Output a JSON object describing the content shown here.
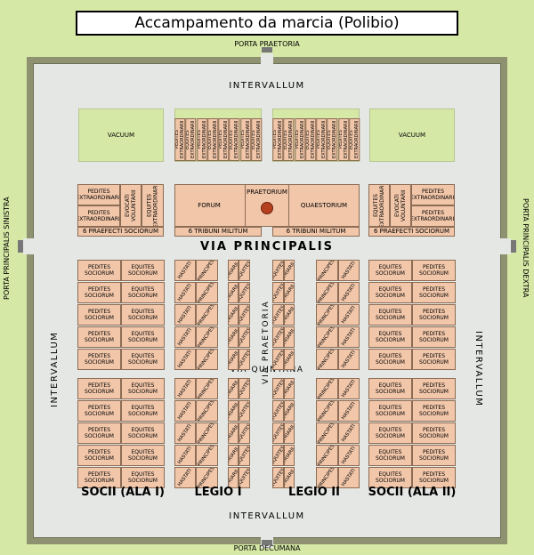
{
  "title": "Accampamento da marcia (Polibio)",
  "gates": {
    "top": "PORTA  PRAETORIA",
    "bottom": "PORTA  DECUMANA",
    "left": "PORTA  PRINCIPALIS  SINISTRA",
    "right": "PORTA  PRINCIPALIS  DEXTRA"
  },
  "intervallum": "INTERVALLUM",
  "vacuum": "VACUUM",
  "pedites_extraordinarii": "PEDITES EXTRAORDINARII",
  "equites_extraordinarii": "EQUITES EXTRAORDINARII",
  "evocati_voluntarii": "EVOCATI VOLUNTARII",
  "forum": "FORUM",
  "praetorium": "PRAETORIUM",
  "quaestorium": "QUAESTORIUM",
  "tribuni": "6 TRIBUNI  MILITUM",
  "praefecti": "6 PRAEFECTI  SOCIORUM",
  "via_principalis": "VIA  PRINCIPALIS",
  "via_quintana": "VIA  QUINTANA",
  "via_praetoria": "VIA  PRAETORIA",
  "pedites_sociorum": "PEDITES SOCIORUM",
  "equites_sociorum": "EQUITES SOCIORUM",
  "hastati": "HASTATI",
  "principes": "PRINCIPES",
  "triarii": "TRIARII",
  "equites": "EQUITES",
  "groups": {
    "socii_ala_1": "SOCII (ALA I)",
    "legio_1": "LEGIO I",
    "legio_2": "LEGIO II",
    "socii_ala_2": "SOCII (ALA II)"
  }
}
